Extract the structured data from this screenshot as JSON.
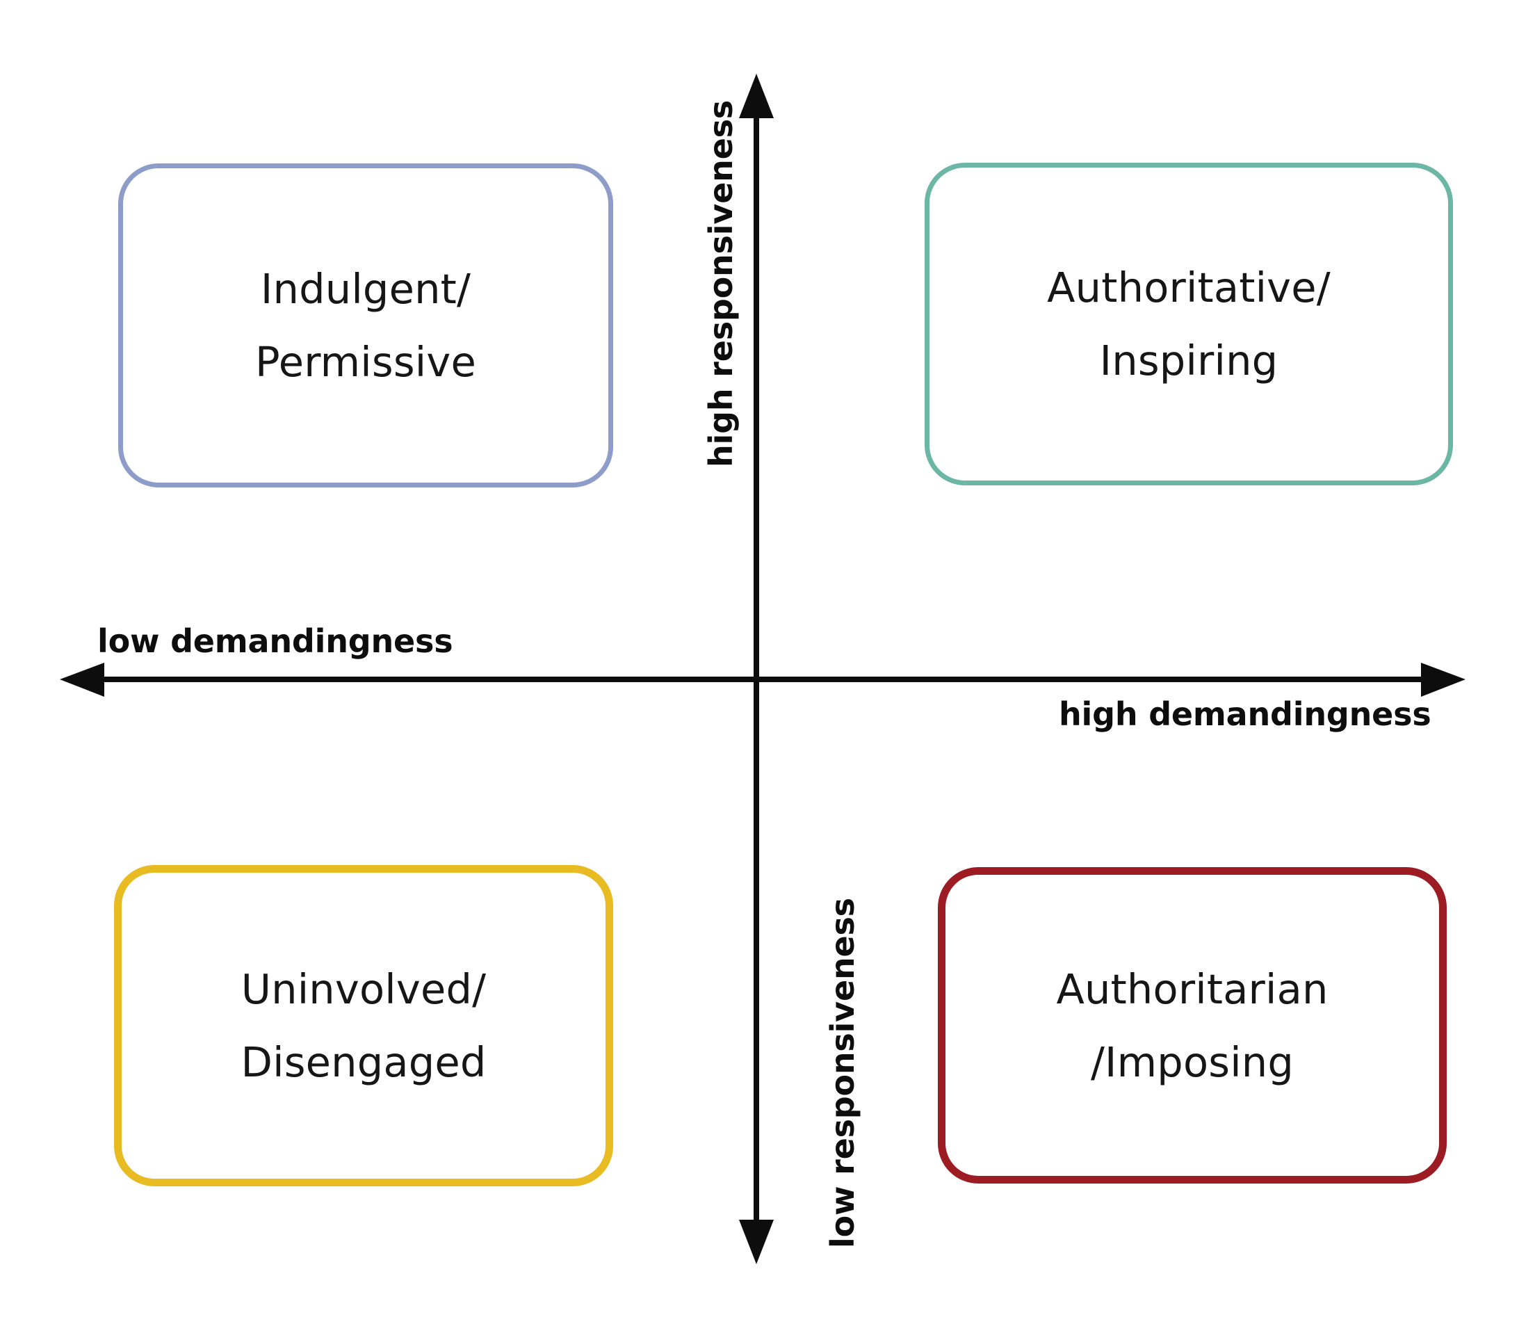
{
  "diagram": {
    "type": "2x2-quadrant-matrix",
    "axes": {
      "vertical": {
        "top_label": "high responsiveness",
        "bottom_label": "low responsiveness",
        "arrow_top": true,
        "arrow_bottom": true,
        "color": "#0d0d0d"
      },
      "horizontal": {
        "left_label": "low demandingness",
        "right_label": "high demandingness",
        "arrow_left": true,
        "arrow_right": true,
        "color": "#0d0d0d"
      }
    },
    "quadrants": [
      {
        "id": "indulgent",
        "position": "top-left",
        "line1": "Indulgent/",
        "line2": "Permissive",
        "border_color": "#8d9cc9"
      },
      {
        "id": "authoritative",
        "position": "top-right",
        "line1": "Authoritative/",
        "line2": "Inspiring",
        "border_color": "#6cb6a6"
      },
      {
        "id": "uninvolved",
        "position": "bottom-left",
        "line1": "Uninvolved/",
        "line2": "Disengaged",
        "border_color": "#e9bb22"
      },
      {
        "id": "authoritarian",
        "position": "bottom-right",
        "line1": "Authoritarian",
        "line2": "/Imposing",
        "border_color": "#9d1b22"
      }
    ]
  }
}
